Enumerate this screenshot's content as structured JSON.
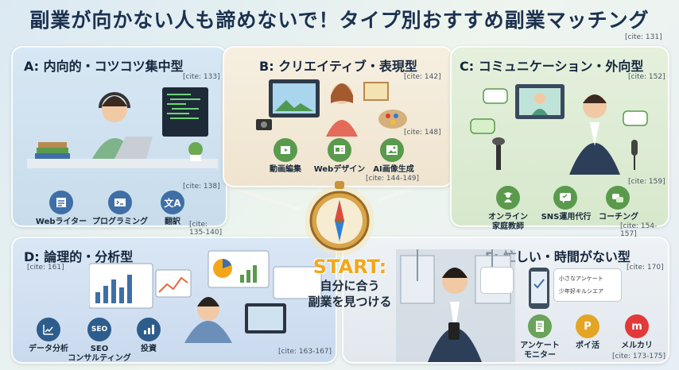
{
  "title": "副業が向かない人も諦めないで！タイプ別おすすめ副業マッチング",
  "title_cite": "[cite: 131]",
  "center": {
    "heading": "START:",
    "line1": "自分に合う",
    "line2": "副業を見つける"
  },
  "panels": {
    "a": {
      "title": "A: 内向的・コツコツ集中型",
      "cite_top": "[cite: 133]",
      "cite_mid": "[cite: 138]",
      "cite_bottom": "[cite: 135-140]",
      "items": [
        {
          "label": "Webライター",
          "icon": "writer-icon"
        },
        {
          "label": "プログラミング",
          "icon": "code-icon"
        },
        {
          "label": "翻訳",
          "icon": "translate-icon"
        }
      ]
    },
    "b": {
      "title": "B: クリエイティブ・表現型",
      "cite_top": "[cite: 142]",
      "cite_mid": "[cite: 148]",
      "items": [
        {
          "label": "動画編集",
          "icon": "video-icon"
        },
        {
          "label": "Webデザイン",
          "icon": "web-design-icon"
        },
        {
          "label": "AI画像生成",
          "icon": "image-icon",
          "cite": "[cite: 144-149]"
        }
      ]
    },
    "c": {
      "title": "C: コミュニケーション・外向型",
      "cite_top": "[cite: 152]",
      "cite_mid": "[cite: 159]",
      "cite_bottom": "[cite: 154-157]",
      "items": [
        {
          "label": "オンライン\n家庭教師",
          "line1": "オンライン",
          "line2": "家庭教師",
          "icon": "tutor-icon"
        },
        {
          "label": "SNS運用代行",
          "icon": "sns-icon"
        },
        {
          "label": "コーチング",
          "icon": "coaching-icon"
        }
      ]
    },
    "d": {
      "title": "D: 論理的・分析型",
      "cite_top": "[cite: 161]",
      "cite_bottom": "[cite: 163-167]",
      "items": [
        {
          "label": "データ分析",
          "icon": "chart-icon"
        },
        {
          "label": "SEO",
          "line2": "コンサルティング",
          "icon": "seo-icon"
        },
        {
          "label": "投資",
          "icon": "investment-icon"
        }
      ]
    },
    "e": {
      "title": "E: 忙しい・時間がない型",
      "cite_top": "[cite: 170]",
      "cite_bottom": "[cite: 173-175]",
      "items": [
        {
          "label": "アンケート",
          "line2": "モニター",
          "icon": "survey-icon"
        },
        {
          "label": "ポイ活",
          "icon": "points-icon"
        },
        {
          "label": "メルカリ",
          "icon": "mercari-icon"
        }
      ],
      "phone_lines": [
        "小さなアンケート",
        "少年好キルシエア"
      ]
    }
  },
  "colors": {
    "title": "#1c3150",
    "start": "#f2a71b",
    "icon_blue": "#3f6fa6",
    "icon_green": "#5a9a4d"
  }
}
